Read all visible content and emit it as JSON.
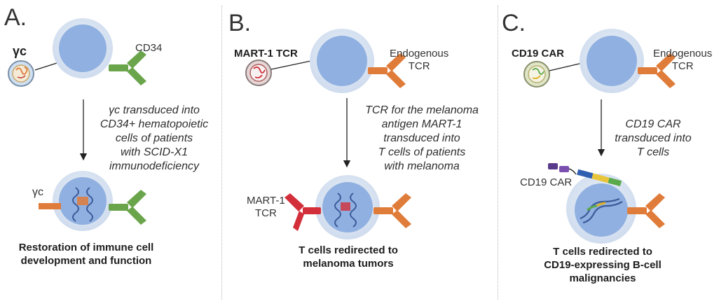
{
  "panels": [
    {
      "letter": "A.",
      "vector_label": "γc",
      "receptor_label": "CD34",
      "process_text": [
        "γc transduced into",
        "CD34+ hematopoietic",
        "cells of patients",
        "with SCID-X1",
        "immunodeficiency"
      ],
      "result_label": "γc",
      "caption": [
        "Restoration of immune cell",
        "development and function"
      ]
    },
    {
      "letter": "B.",
      "vector_label": "MART-1 TCR",
      "receptor_label": [
        "Endogenous",
        "TCR"
      ],
      "process_text": [
        "TCR for the melanoma",
        "antigen MART-1",
        "transduced into",
        "T cells of patients",
        "with melanoma"
      ],
      "result_label": [
        "MART-1",
        "TCR"
      ],
      "caption": [
        "T cells redirected to",
        "melanoma tumors"
      ]
    },
    {
      "letter": "C.",
      "vector_label": "CD19 CAR",
      "receptor_label": [
        "Endogenous",
        "TCR"
      ],
      "process_text": [
        "CD19 CAR",
        "transduced into",
        "T cells"
      ],
      "result_label": "CD19 CAR",
      "caption": [
        "T cells redirected to",
        "CD19-expressing B-cell",
        "malignancies"
      ]
    }
  ],
  "colors": {
    "cell_outer": "#dbe6f3",
    "cell_nucleus": "#8fb0e0",
    "cd34_receptor": "#6aa54b",
    "tcr_receptor": "#e07c3a",
    "mart1_receptor": "#d32f3a",
    "gamma_c_receptor": "#e07c3a",
    "arrow": "#222222"
  }
}
